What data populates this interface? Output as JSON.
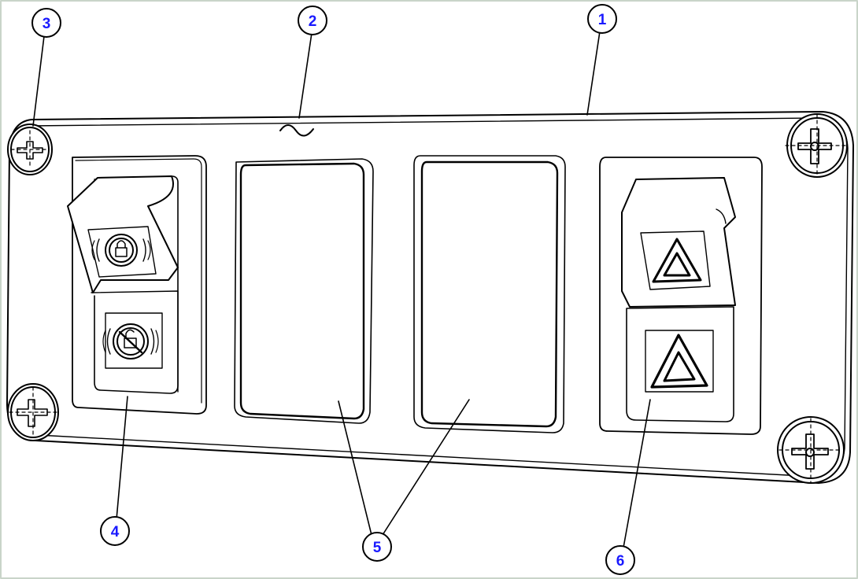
{
  "colors": {
    "line": "#000000",
    "callout_text": "#1a1aff",
    "frame": "#c9d4c9",
    "background": "#ffffff"
  },
  "callouts": [
    {
      "id": "1",
      "label": "1"
    },
    {
      "id": "2",
      "label": "2"
    },
    {
      "id": "3",
      "label": "3"
    },
    {
      "id": "4",
      "label": "4"
    },
    {
      "id": "5",
      "label": "5"
    },
    {
      "id": "6",
      "label": "6"
    }
  ],
  "switches": [
    {
      "name": "parking-brake-switch",
      "icons": [
        "brake-lock-icon",
        "brake-unlock-icon"
      ]
    },
    {
      "name": "blank-plug-left",
      "icons": []
    },
    {
      "name": "blank-plug-right",
      "icons": []
    },
    {
      "name": "hazard-switch",
      "icons": [
        "hazard-triangle-icon",
        "hazard-triangle-icon"
      ]
    }
  ]
}
